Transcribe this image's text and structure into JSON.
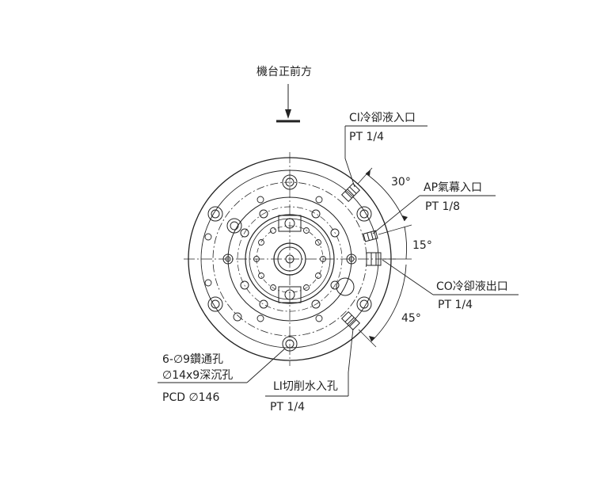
{
  "labels": {
    "front": "機台正前方",
    "ci_name": "CI冷卻液入口",
    "ci_thread": "PT 1/4",
    "ap_name": "AP氣幕入口",
    "ap_thread": "PT 1/8",
    "co_name": "CO冷卻液出口",
    "co_thread": "PT 1/4",
    "li_name": "LI切削水入孔",
    "li_thread": "PT 1/4",
    "hole_spec_1": "6-∅9鑽通孔",
    "hole_spec_2": "∅14x9深沉孔",
    "pcd": "PCD ∅146",
    "angle_30": "30°",
    "angle_15": "15°",
    "angle_45": "45°"
  },
  "colors": {
    "line": "#222222",
    "background": "#ffffff"
  }
}
